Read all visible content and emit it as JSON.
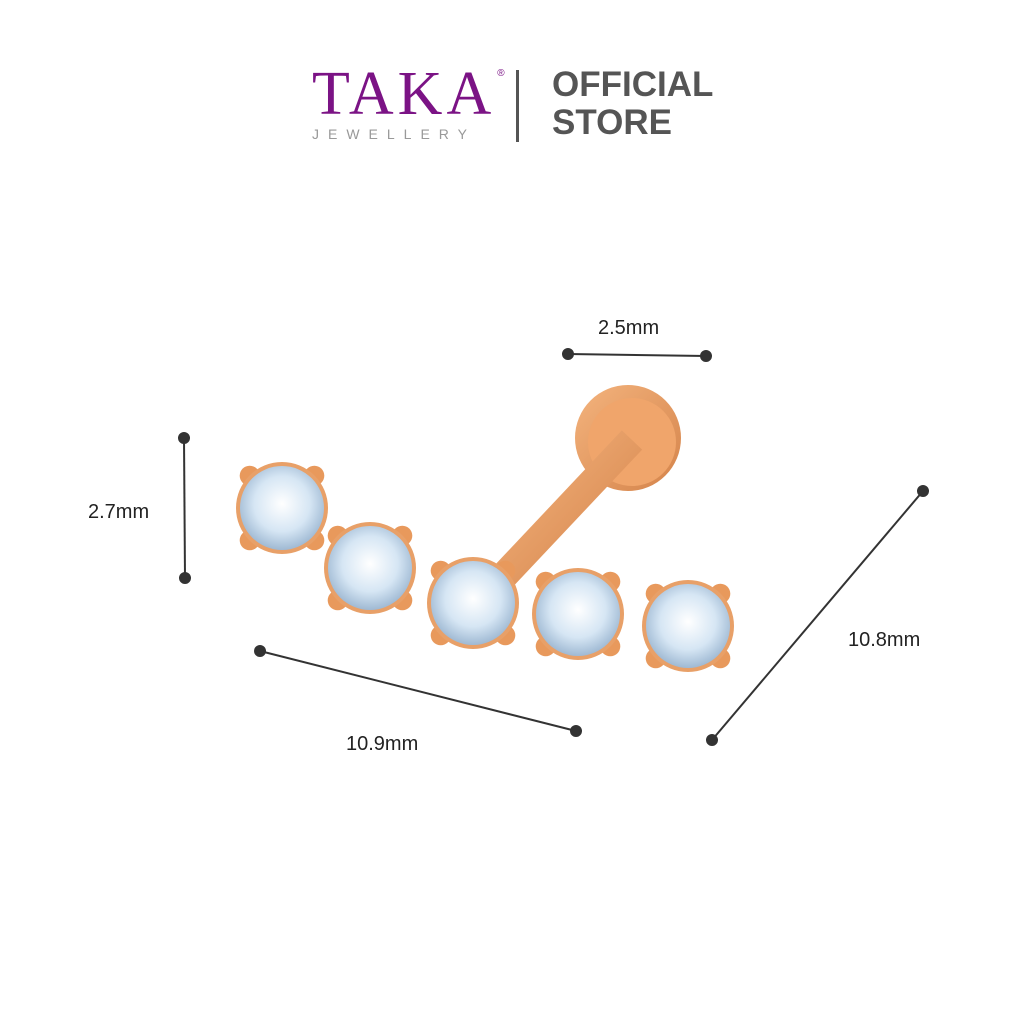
{
  "brand": {
    "name": "TAKA",
    "registered": "®",
    "subtitle": "JEWELLERY",
    "store_line1": "OFFICIAL",
    "store_line2": "STORE"
  },
  "dimensions": {
    "head_diameter": "2.5mm",
    "stone_height": "2.7mm",
    "length": "10.9mm",
    "diagonal": "10.8mm"
  },
  "colors": {
    "brand": "#7b1385",
    "gold": "#e59a5f",
    "stone": "#cfe2f2"
  }
}
